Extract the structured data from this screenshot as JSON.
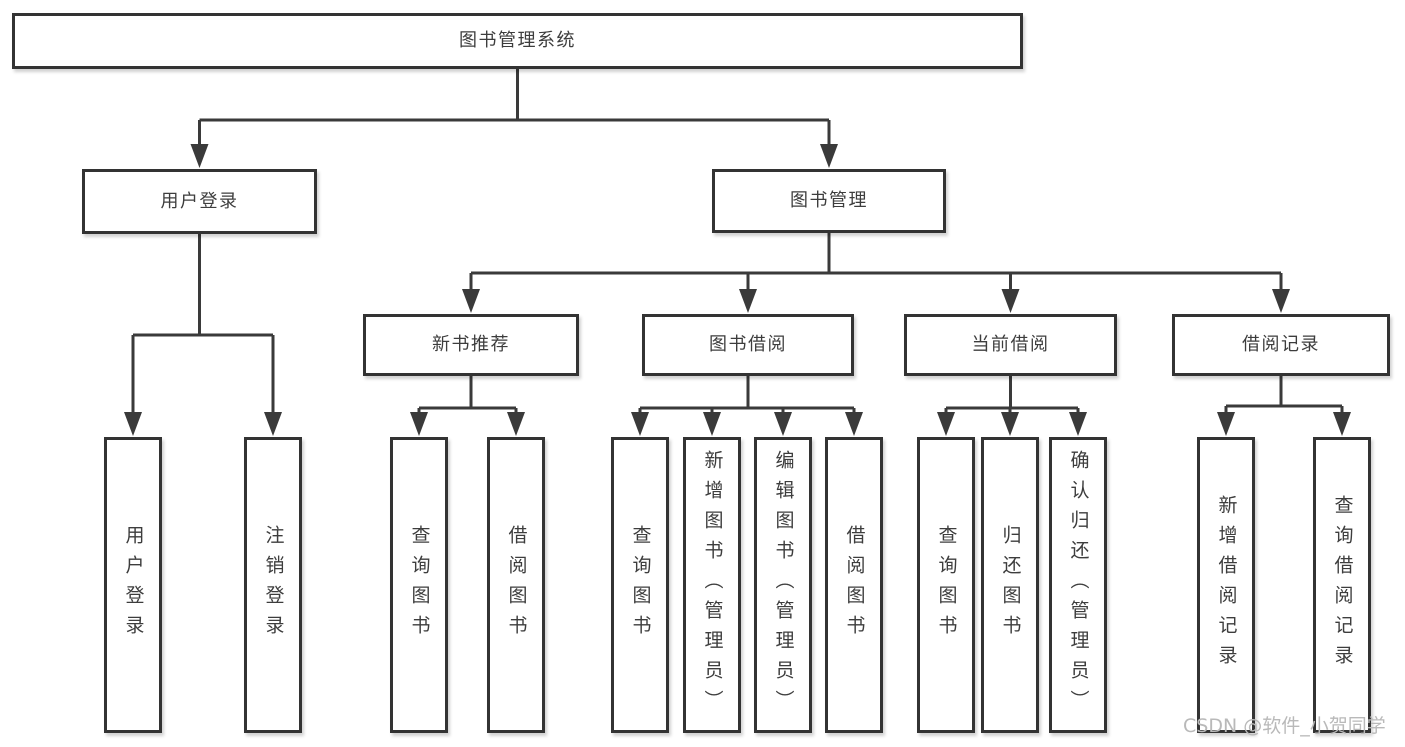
{
  "diagram": {
    "title": "图书管理系统",
    "tree": {
      "id": "root",
      "label": "图书管理系统",
      "children": [
        {
          "id": "user-login",
          "label": "用户登录",
          "children": [
            {
              "id": "user-login-leaf",
              "label": "用户登录"
            },
            {
              "id": "logout-leaf",
              "label": "注销登录"
            }
          ]
        },
        {
          "id": "book-mgmt",
          "label": "图书管理",
          "children": [
            {
              "id": "new-book-rec",
              "label": "新书推荐",
              "children": [
                {
                  "id": "query-book-1",
                  "label": "查询图书"
                },
                {
                  "id": "borrow-book-1",
                  "label": "借阅图书"
                }
              ]
            },
            {
              "id": "book-borrow",
              "label": "图书借阅",
              "children": [
                {
                  "id": "query-book-2",
                  "label": "查询图书"
                },
                {
                  "id": "add-book",
                  "label": "新增图书（管理员）"
                },
                {
                  "id": "edit-book",
                  "label": "编辑图书（管理员）"
                },
                {
                  "id": "borrow-book-2",
                  "label": "借阅图书"
                }
              ]
            },
            {
              "id": "current-borrow",
              "label": "当前借阅",
              "children": [
                {
                  "id": "query-book-3",
                  "label": "查询图书"
                },
                {
                  "id": "return-book",
                  "label": "归还图书"
                },
                {
                  "id": "confirm-return",
                  "label": "确认归还（管理员）"
                }
              ]
            },
            {
              "id": "borrow-record",
              "label": "借阅记录",
              "children": [
                {
                  "id": "add-borrow-record",
                  "label": "新增借阅记录"
                },
                {
                  "id": "query-borrow-record",
                  "label": "查询借阅记录"
                }
              ]
            }
          ]
        }
      ]
    }
  },
  "watermark": {
    "text": "CSDN @软件_小贺同学"
  },
  "colors": {
    "background": "#ffffff",
    "line": "#3a3a3a",
    "box_border": "#333333",
    "text": "#3d3d3d",
    "watermark": "#b9b9b9"
  }
}
